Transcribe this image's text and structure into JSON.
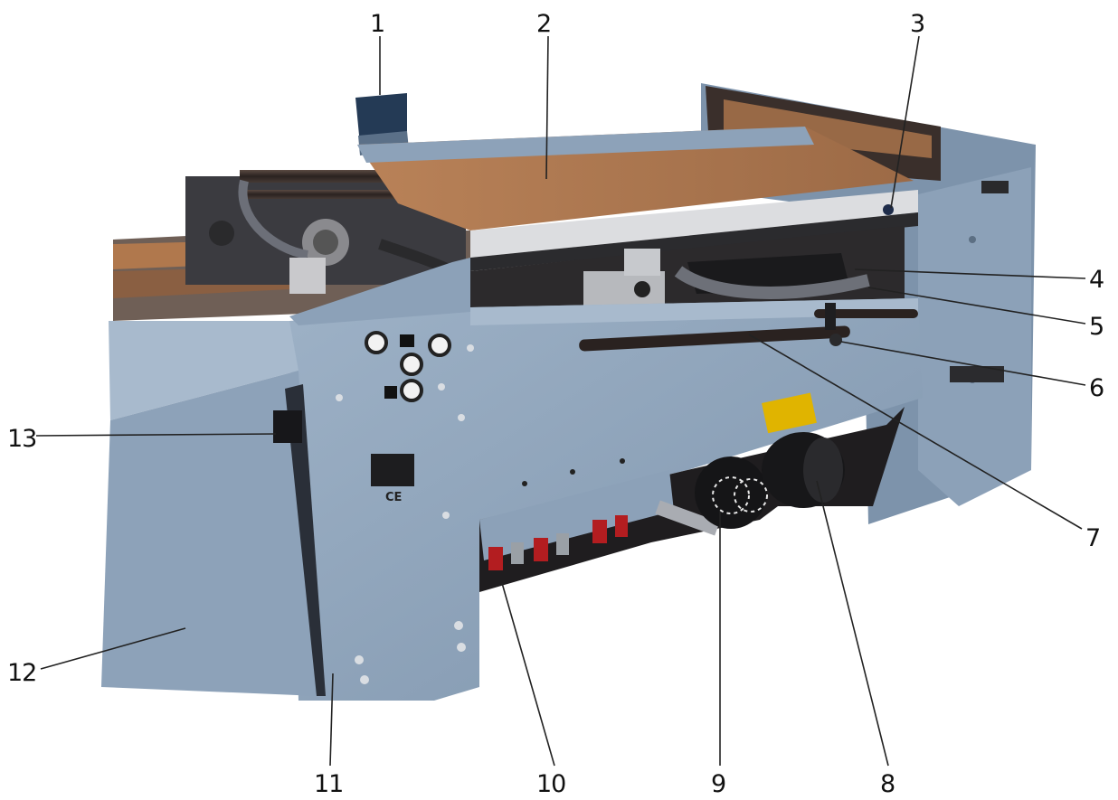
{
  "photo": {
    "subject": "folding machine",
    "colors": {
      "body": "#8fa4bb",
      "body_shadow": "#6f849c",
      "body_light": "#a7b9cc",
      "table": "#a9744e",
      "dark": "#1b1b1d",
      "warning_label": "#e0b400"
    }
  },
  "callouts": [
    {
      "id": "1",
      "label": "1"
    },
    {
      "id": "2",
      "label": "2"
    },
    {
      "id": "3",
      "label": "3"
    },
    {
      "id": "4",
      "label": "4"
    },
    {
      "id": "5",
      "label": "5"
    },
    {
      "id": "6",
      "label": "6"
    },
    {
      "id": "7",
      "label": "7"
    },
    {
      "id": "8",
      "label": "8"
    },
    {
      "id": "9",
      "label": "9"
    },
    {
      "id": "10",
      "label": "10"
    },
    {
      "id": "11",
      "label": "11"
    },
    {
      "id": "12",
      "label": "12"
    },
    {
      "id": "13",
      "label": "13"
    }
  ],
  "badge": {
    "text": "CE"
  }
}
